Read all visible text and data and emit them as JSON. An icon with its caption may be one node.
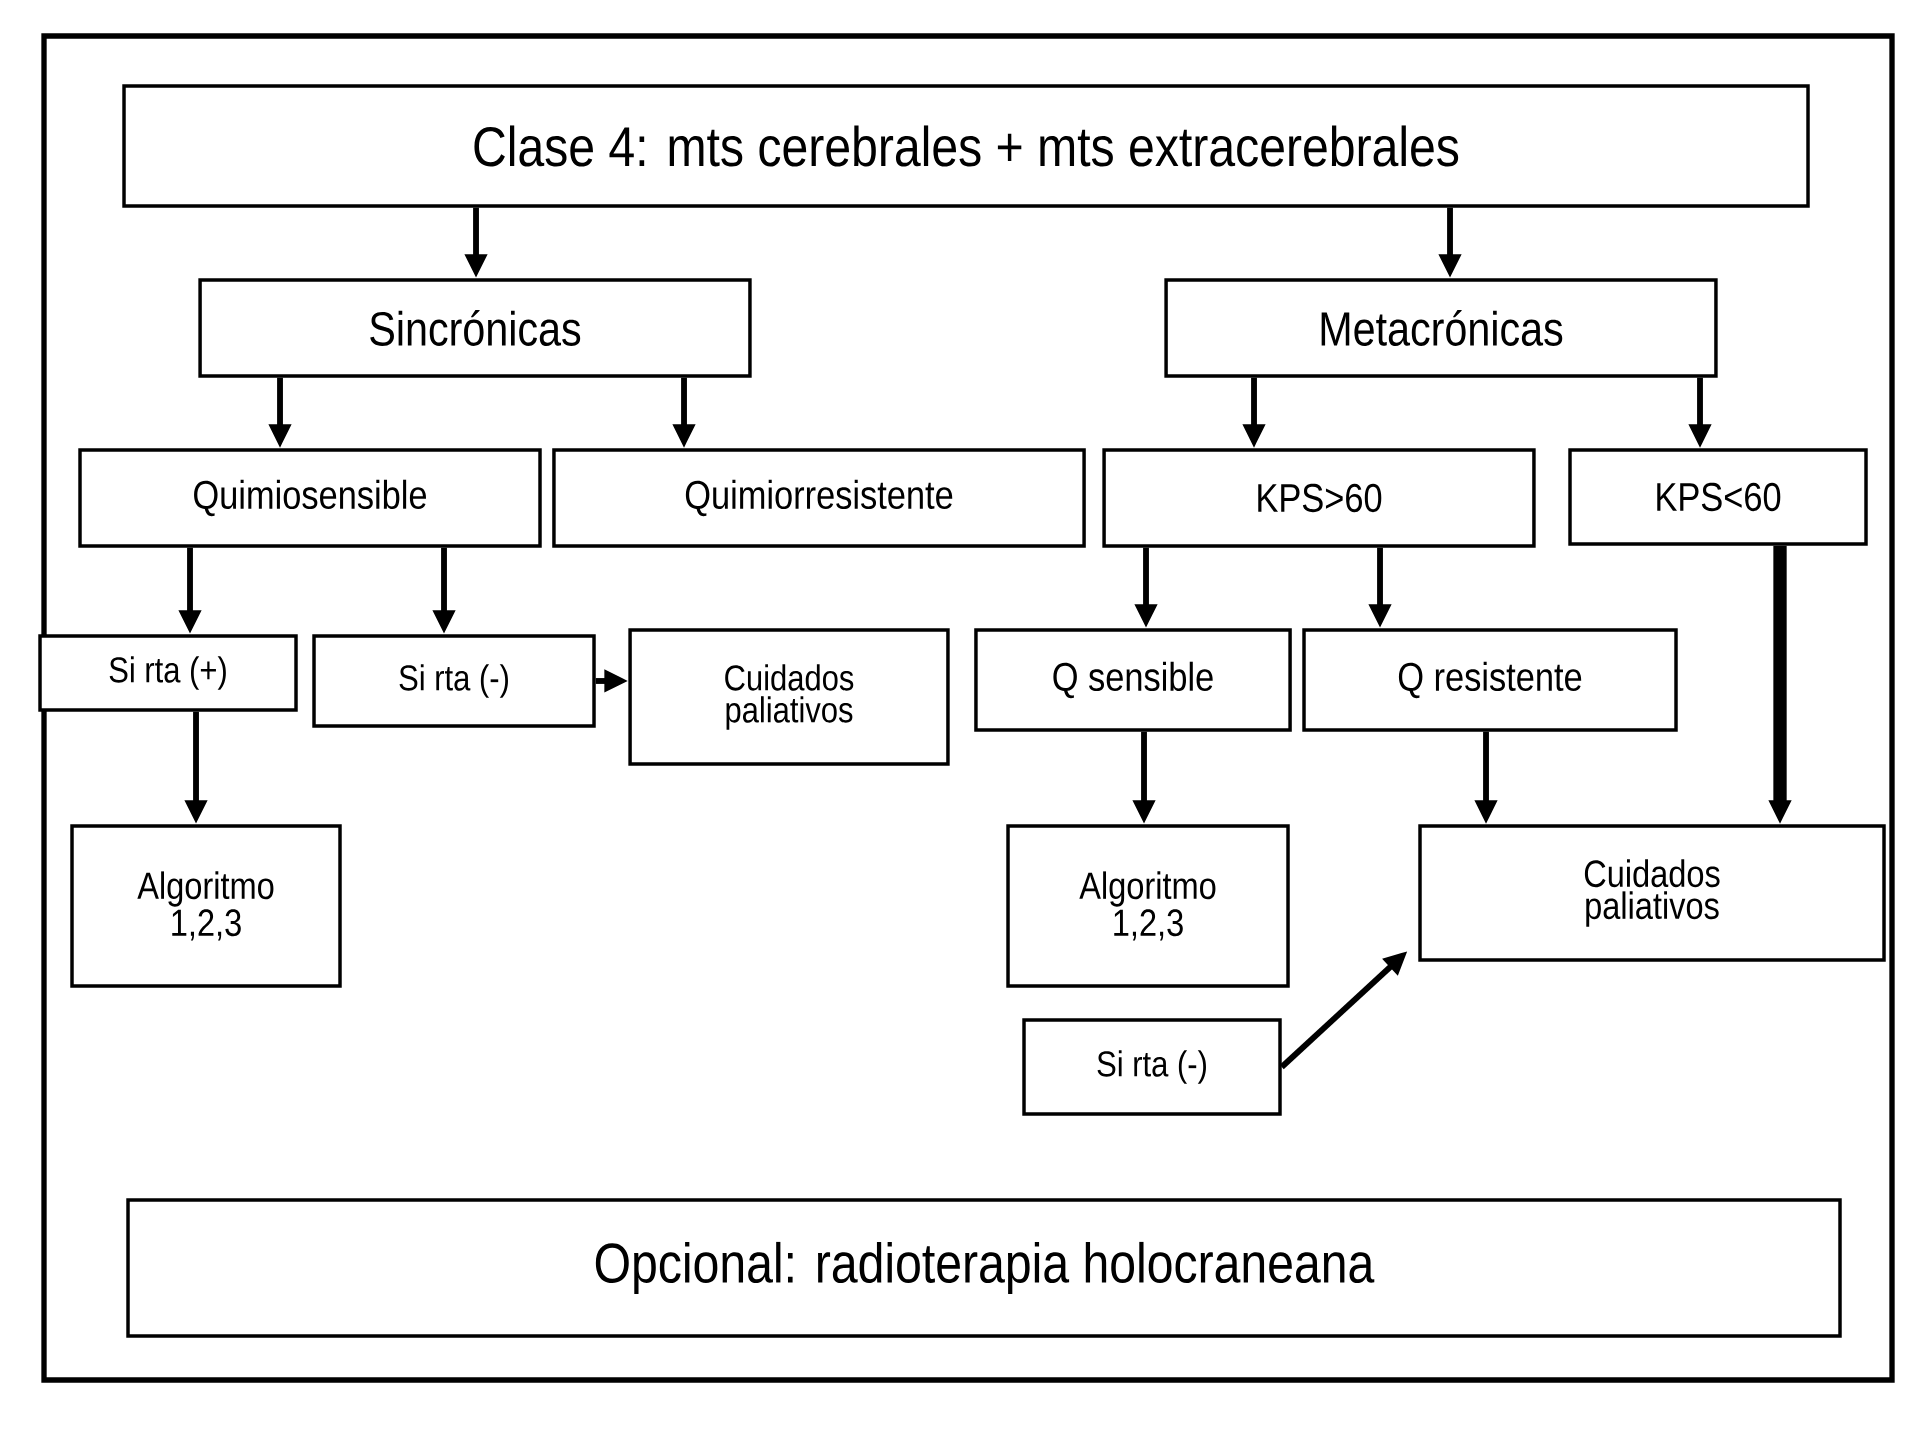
{
  "diagram": {
    "nodes": [
      {
        "text": [
          "Clase 4: mts cerebrales + mts extracerebrales"
        ]
      },
      {
        "text": [
          "Sincrónicas"
        ]
      },
      {
        "text": [
          "Metacrónicas"
        ]
      },
      {
        "text": [
          "Quimiosensible"
        ]
      },
      {
        "text": [
          "Quimiorresistente"
        ]
      },
      {
        "text": [
          "KPS>60"
        ]
      },
      {
        "text": [
          "KPS<60"
        ]
      },
      {
        "text": [
          "Si rta (+)"
        ]
      },
      {
        "text": [
          "Si rta (-)"
        ]
      },
      {
        "text": [
          "Cuidados paliativos"
        ]
      },
      {
        "text": [
          "Q sensible"
        ]
      },
      {
        "text": [
          "Q resistente"
        ]
      },
      {
        "text": [
          "Algoritmo 1,2,3"
        ]
      },
      {
        "text": [
          "Algoritmo 1,2,3"
        ]
      },
      {
        "text": [
          "Cuidados paliativos"
        ]
      },
      {
        "text": [
          "Si rta (-)"
        ]
      },
      {
        "text": [
          "Opcional: radioterapia holocraneana"
        ]
      }
    ],
    "edges": [
      {
        "from": 0,
        "to": 1,
        "arrow": "to"
      },
      {
        "from": 0,
        "to": 2,
        "arrow": "to"
      },
      {
        "from": 1,
        "to": 3,
        "arrow": "to"
      },
      {
        "from": 1,
        "to": 4,
        "arrow": "to"
      },
      {
        "from": 2,
        "to": 5,
        "arrow": "to"
      },
      {
        "from": 2,
        "to": 6,
        "arrow": "to"
      },
      {
        "from": 3,
        "to": 7,
        "arrow": "to"
      },
      {
        "from": 3,
        "to": 8,
        "arrow": "to"
      },
      {
        "from": 8,
        "to": 9,
        "arrow": "to"
      },
      {
        "from": 5,
        "to": 10,
        "arrow": "to"
      },
      {
        "from": 5,
        "to": 11,
        "arrow": "to"
      },
      {
        "from": 7,
        "to": 12,
        "arrow": "to"
      },
      {
        "from": 10,
        "to": 13,
        "arrow": "to"
      },
      {
        "from": 11,
        "to": 14,
        "arrow": "to"
      },
      {
        "from": 6,
        "to": 14,
        "arrow": "to",
        "style": "thick"
      },
      {
        "from": 15,
        "to": 14,
        "arrow": "to"
      }
    ]
  }
}
